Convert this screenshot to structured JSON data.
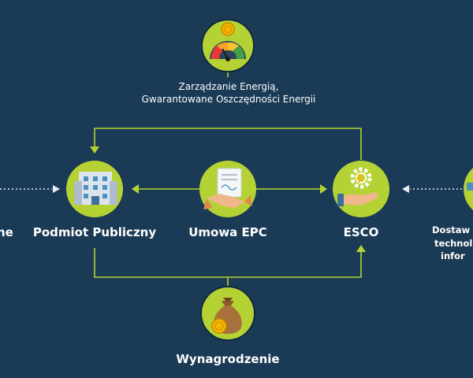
{
  "top": {
    "line1": "Zarządzanie Energią,",
    "line2": "Gwarantowane Oszczędności Energii"
  },
  "nodes": {
    "left_cut": "ne",
    "public": "Podmiot Publiczny",
    "epc": "Umowa EPC",
    "esco": "ESCO",
    "right_cut": {
      "line1": "Dostaw",
      "line2": "technol",
      "line3": "infor"
    }
  },
  "bottom": {
    "label": "Wynagrodzenie"
  },
  "colors": {
    "background": "#1a3a55",
    "accent": "#b5d234",
    "icon_ring": "#0f2a40"
  },
  "icons": {
    "top": "gauge-coin-icon",
    "public": "building-icon",
    "epc": "handshake-contract-icon",
    "esco": "hand-gear-icon",
    "bottom": "money-bag-icon",
    "right": "device-icon"
  }
}
